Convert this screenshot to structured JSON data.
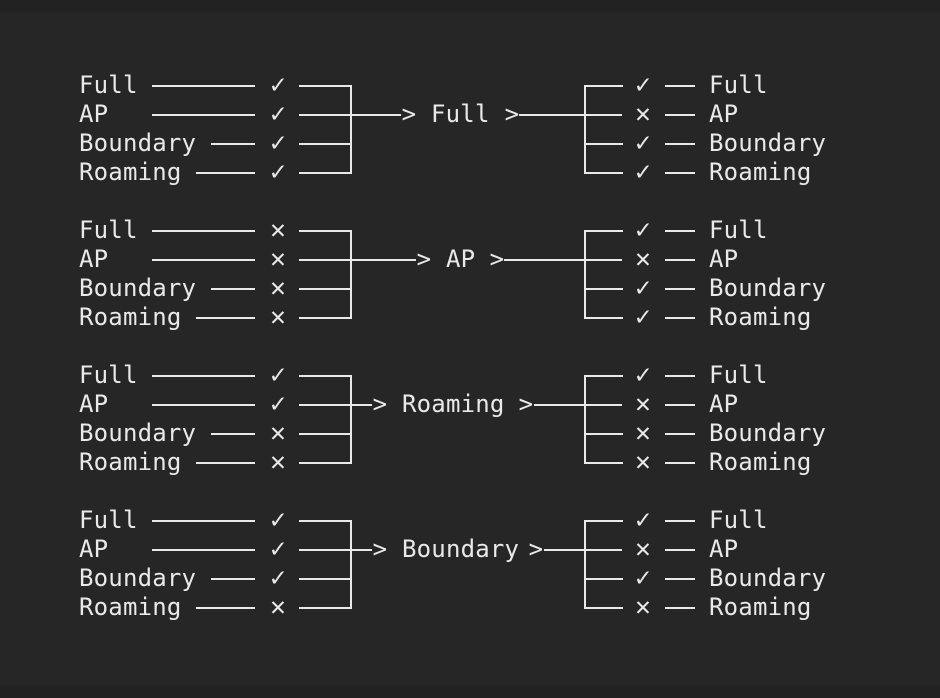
{
  "diagram": {
    "arrowhead": ">",
    "colors": {
      "background": "#262626",
      "foreground": "#e9e9e9"
    },
    "groups": [
      {
        "center_label": "Full",
        "left": [
          {
            "label": "Full",
            "mark": "✓"
          },
          {
            "label": "AP",
            "mark": "✓"
          },
          {
            "label": "Boundary",
            "mark": "✓"
          },
          {
            "label": "Roaming",
            "mark": "✓"
          }
        ],
        "right": [
          {
            "label": "Full",
            "mark": "✓"
          },
          {
            "label": "AP",
            "mark": "✕"
          },
          {
            "label": "Boundary",
            "mark": "✓"
          },
          {
            "label": "Roaming",
            "mark": "✓"
          }
        ]
      },
      {
        "center_label": "AP",
        "left": [
          {
            "label": "Full",
            "mark": "✕"
          },
          {
            "label": "AP",
            "mark": "✕"
          },
          {
            "label": "Boundary",
            "mark": "✕"
          },
          {
            "label": "Roaming",
            "mark": "✕"
          }
        ],
        "right": [
          {
            "label": "Full",
            "mark": "✓"
          },
          {
            "label": "AP",
            "mark": "✕"
          },
          {
            "label": "Boundary",
            "mark": "✓"
          },
          {
            "label": "Roaming",
            "mark": "✓"
          }
        ]
      },
      {
        "center_label": "Roaming",
        "left": [
          {
            "label": "Full",
            "mark": "✓"
          },
          {
            "label": "AP",
            "mark": "✓"
          },
          {
            "label": "Boundary",
            "mark": "✕"
          },
          {
            "label": "Roaming",
            "mark": "✕"
          }
        ],
        "right": [
          {
            "label": "Full",
            "mark": "✓"
          },
          {
            "label": "AP",
            "mark": "✕"
          },
          {
            "label": "Boundary",
            "mark": "✕"
          },
          {
            "label": "Roaming",
            "mark": "✕"
          }
        ]
      },
      {
        "center_label": "Boundary",
        "left": [
          {
            "label": "Full",
            "mark": "✓"
          },
          {
            "label": "AP",
            "mark": "✓"
          },
          {
            "label": "Boundary",
            "mark": "✓"
          },
          {
            "label": "Roaming",
            "mark": "✕"
          }
        ],
        "right": [
          {
            "label": "Full",
            "mark": "✓"
          },
          {
            "label": "AP",
            "mark": "✕"
          },
          {
            "label": "Boundary",
            "mark": "✓"
          },
          {
            "label": "Roaming",
            "mark": "✕"
          }
        ]
      }
    ]
  }
}
